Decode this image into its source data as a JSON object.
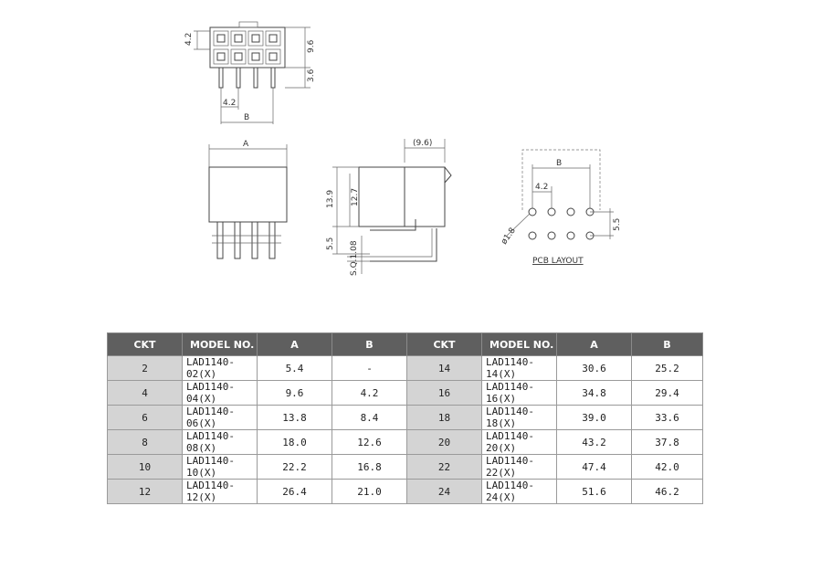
{
  "drawing": {
    "top_view": {
      "dim_pitch_v": "4.2",
      "dim_height": "9.6",
      "dim_pin": "3.6",
      "dim_pitch_h": "4.2",
      "dim_b": "B"
    },
    "front_view": {
      "dim_a": "A"
    },
    "side_view": {
      "dim_depth": "(9.6)",
      "dim_total": "13.9",
      "dim_body": "12.7",
      "dim_pin_len": "5.5",
      "dim_pin_sq": "S.Q.1.08"
    },
    "pcb": {
      "dim_b": "B",
      "dim_pitch": "4.2",
      "dim_hole": "ø1.8",
      "dim_row": "5.5",
      "caption": "PCB LAYOUT"
    }
  },
  "table": {
    "headers": [
      "CKT",
      "MODEL NO.",
      "A",
      "B",
      "CKT",
      "MODEL NO.",
      "A",
      "B"
    ],
    "rows": [
      [
        "2",
        "LAD1140-02(X)",
        "5.4",
        "-",
        "14",
        "LAD1140-14(X)",
        "30.6",
        "25.2"
      ],
      [
        "4",
        "LAD1140-04(X)",
        "9.6",
        "4.2",
        "16",
        "LAD1140-16(X)",
        "34.8",
        "29.4"
      ],
      [
        "6",
        "LAD1140-06(X)",
        "13.8",
        "8.4",
        "18",
        "LAD1140-18(X)",
        "39.0",
        "33.6"
      ],
      [
        "8",
        "LAD1140-08(X)",
        "18.0",
        "12.6",
        "20",
        "LAD1140-20(X)",
        "43.2",
        "37.8"
      ],
      [
        "10",
        "LAD1140-10(X)",
        "22.2",
        "16.8",
        "22",
        "LAD1140-22(X)",
        "47.4",
        "42.0"
      ],
      [
        "12",
        "LAD1140-12(X)",
        "26.4",
        "21.0",
        "24",
        "LAD1140-24(X)",
        "51.6",
        "46.2"
      ]
    ]
  }
}
